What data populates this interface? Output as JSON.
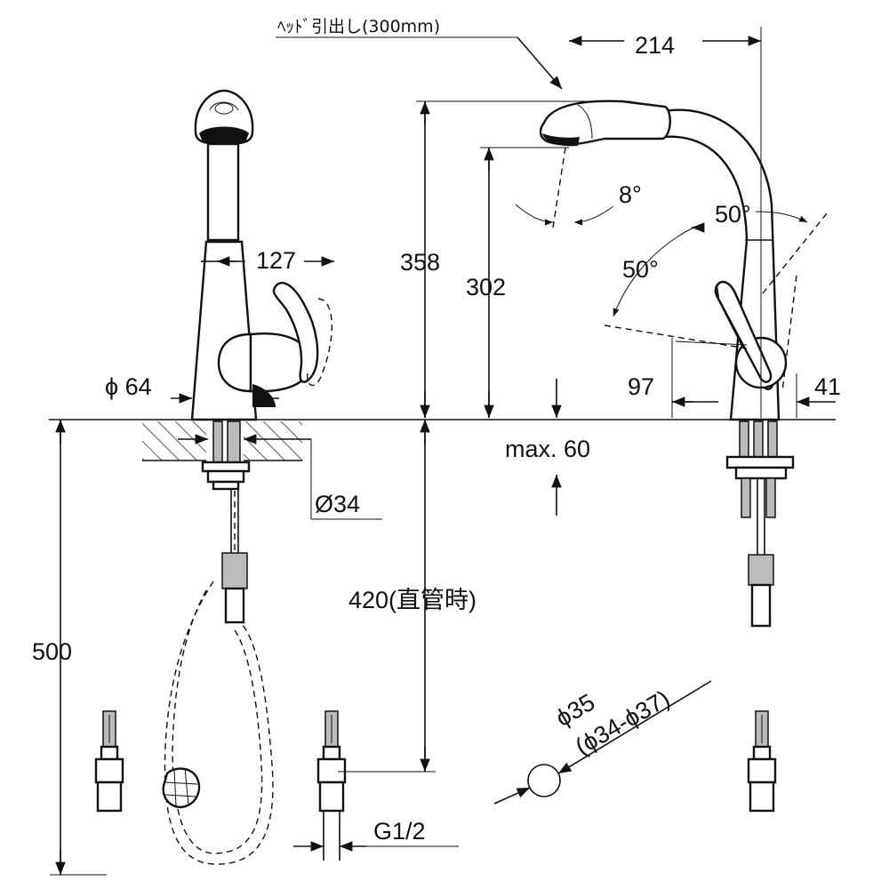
{
  "title": "Pull-out kitchen faucet dimension drawing",
  "annotations": {
    "head_pullout": "ﾍｯﾄﾞ引出し(300mm)",
    "width_214": "214",
    "angle_8": "8°",
    "angle_50_upper": "50°",
    "angle_50_lower": "50°",
    "spout_127": "127",
    "height_358": "358",
    "height_302": "302",
    "dim_97": "97",
    "dim_41": "41",
    "dia_64": "ϕ 64",
    "max_60": "max. 60",
    "dia_34": "Ø34",
    "hose_420": "420(直管時)",
    "total_500": "500",
    "hole_35": "ϕ35",
    "hole_range": "(ϕ34-ϕ37)",
    "thread": "G1/2"
  }
}
